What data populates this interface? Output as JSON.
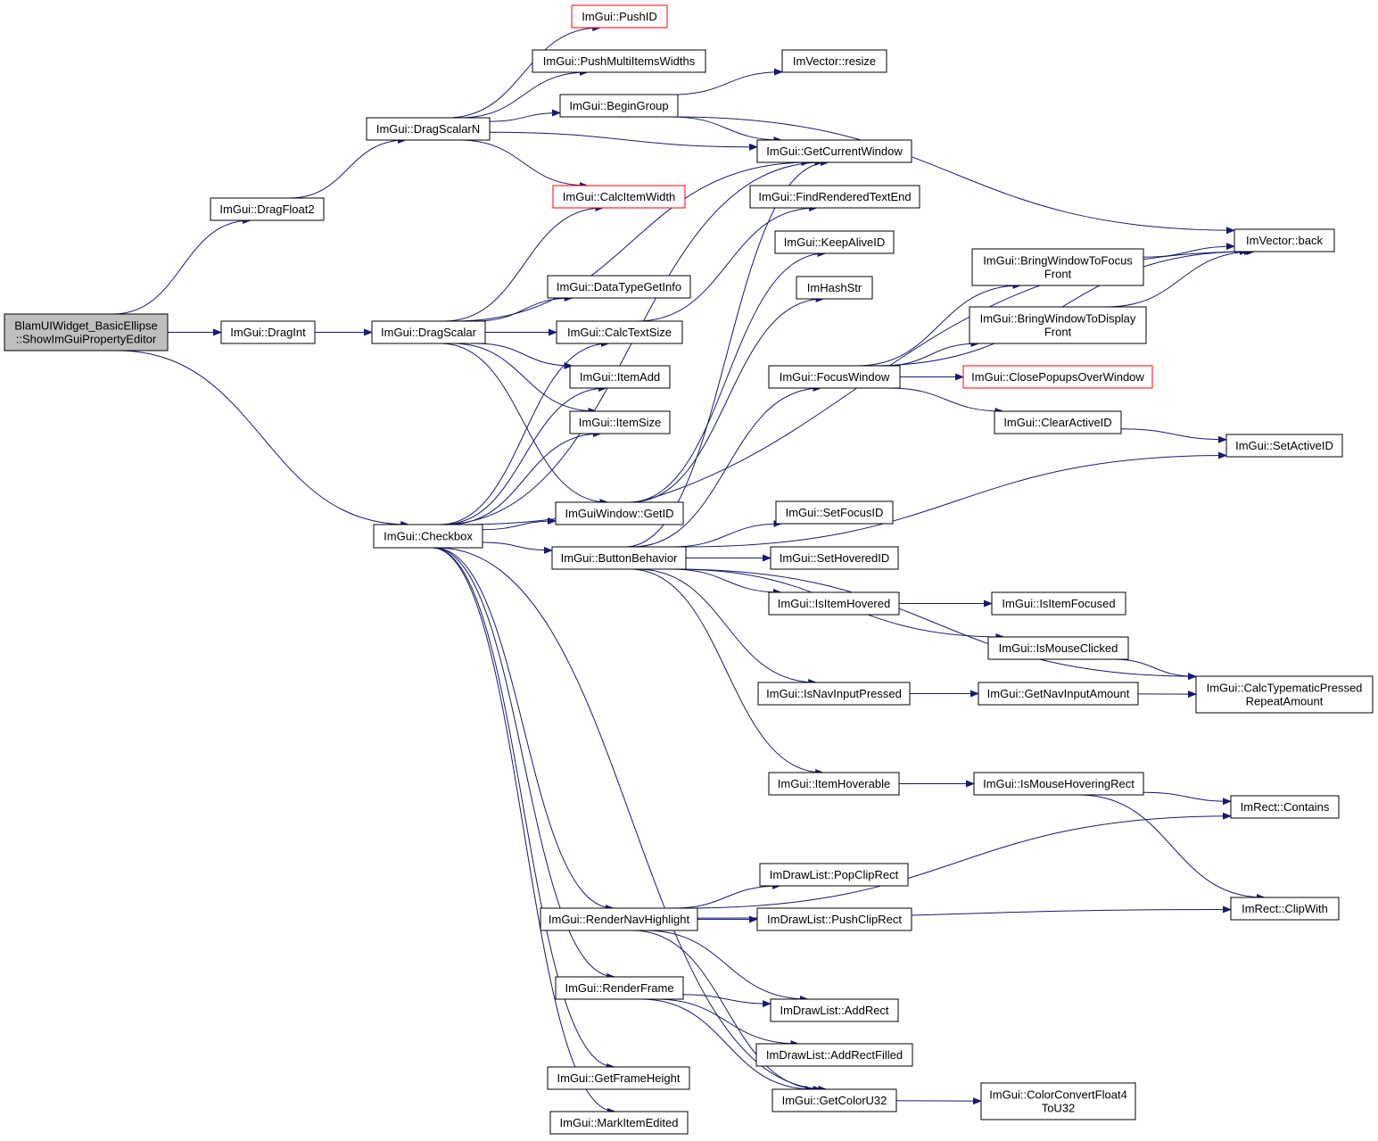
{
  "colors": {
    "edge": "#191970",
    "node_border": "#000000",
    "truncated_border": "#ff0000",
    "root_fill": "#bfbfbf",
    "node_fill": "#ffffff"
  },
  "nodes": [
    {
      "id": "root",
      "lines": [
        "BlamUIWidget_BasicEllipse",
        "::ShowImGuiPropertyEditor"
      ],
      "style": "root"
    },
    {
      "id": "dragfloat2",
      "lines": [
        "ImGui::DragFloat2"
      ]
    },
    {
      "id": "dragint",
      "lines": [
        "ImGui::DragInt"
      ]
    },
    {
      "id": "checkbox",
      "lines": [
        "ImGui::Checkbox"
      ]
    },
    {
      "id": "dragscalarn",
      "lines": [
        "ImGui::DragScalarN"
      ]
    },
    {
      "id": "dragscalar",
      "lines": [
        "ImGui::DragScalar"
      ]
    },
    {
      "id": "pushid",
      "lines": [
        "ImGui::PushID"
      ],
      "style": "trunc"
    },
    {
      "id": "pushmulti",
      "lines": [
        "ImGui::PushMultiItemsWidths"
      ]
    },
    {
      "id": "begingroup",
      "lines": [
        "ImGui::BeginGroup"
      ]
    },
    {
      "id": "calcitemwidth",
      "lines": [
        "ImGui::CalcItemWidth"
      ],
      "style": "trunc"
    },
    {
      "id": "datatype",
      "lines": [
        "ImGui::DataTypeGetInfo"
      ]
    },
    {
      "id": "calctextsize",
      "lines": [
        "ImGui::CalcTextSize"
      ]
    },
    {
      "id": "itemadd",
      "lines": [
        "ImGui::ItemAdd"
      ]
    },
    {
      "id": "itemsize",
      "lines": [
        "ImGui::ItemSize"
      ]
    },
    {
      "id": "getid",
      "lines": [
        "ImGuiWindow::GetID"
      ]
    },
    {
      "id": "buttonbehavior",
      "lines": [
        "ImGui::ButtonBehavior"
      ]
    },
    {
      "id": "rendernav",
      "lines": [
        "ImGui::RenderNavHighlight"
      ]
    },
    {
      "id": "renderframe",
      "lines": [
        "ImGui::RenderFrame"
      ]
    },
    {
      "id": "getframeheight",
      "lines": [
        "ImGui::GetFrameHeight"
      ]
    },
    {
      "id": "markitemedited",
      "lines": [
        "ImGui::MarkItemEdited"
      ]
    },
    {
      "id": "resize",
      "lines": [
        "ImVector::resize"
      ]
    },
    {
      "id": "getcurrentwindow",
      "lines": [
        "ImGui::GetCurrentWindow"
      ]
    },
    {
      "id": "findrendered",
      "lines": [
        "ImGui::FindRenderedTextEnd"
      ]
    },
    {
      "id": "keepalive",
      "lines": [
        "ImGui::KeepAliveID"
      ]
    },
    {
      "id": "imhashstr",
      "lines": [
        "ImHashStr"
      ]
    },
    {
      "id": "focuswindow",
      "lines": [
        "ImGui::FocusWindow"
      ]
    },
    {
      "id": "setfocusid",
      "lines": [
        "ImGui::SetFocusID"
      ]
    },
    {
      "id": "sethoveredid",
      "lines": [
        "ImGui::SetHoveredID"
      ]
    },
    {
      "id": "isitemhovered",
      "lines": [
        "ImGui::IsItemHovered"
      ]
    },
    {
      "id": "isnavinput",
      "lines": [
        "ImGui::IsNavInputPressed"
      ]
    },
    {
      "id": "itemhoverable",
      "lines": [
        "ImGui::ItemHoverable"
      ]
    },
    {
      "id": "popcliprect",
      "lines": [
        "ImDrawList::PopClipRect"
      ]
    },
    {
      "id": "pushcliprect",
      "lines": [
        "ImDrawList::PushClipRect"
      ]
    },
    {
      "id": "addrect",
      "lines": [
        "ImDrawList::AddRect"
      ]
    },
    {
      "id": "addrectfilled",
      "lines": [
        "ImDrawList::AddRectFilled"
      ]
    },
    {
      "id": "getcoloru32",
      "lines": [
        "ImGui::GetColorU32"
      ]
    },
    {
      "id": "bringfocus",
      "lines": [
        "ImGui::BringWindowToFocus",
        "Front"
      ]
    },
    {
      "id": "bringdisplay",
      "lines": [
        "ImGui::BringWindowToDisplay",
        "Front"
      ]
    },
    {
      "id": "closepopups",
      "lines": [
        "ImGui::ClosePopupsOverWindow"
      ],
      "style": "trunc"
    },
    {
      "id": "clearactive",
      "lines": [
        "ImGui::ClearActiveID"
      ]
    },
    {
      "id": "isitemfocused",
      "lines": [
        "ImGui::IsItemFocused"
      ]
    },
    {
      "id": "ismouseclicked",
      "lines": [
        "ImGui::IsMouseClicked"
      ]
    },
    {
      "id": "getnavinput",
      "lines": [
        "ImGui::GetNavInputAmount"
      ]
    },
    {
      "id": "ismousehovering",
      "lines": [
        "ImGui::IsMouseHoveringRect"
      ]
    },
    {
      "id": "colorconvert",
      "lines": [
        "ImGui::ColorConvertFloat4",
        "ToU32"
      ]
    },
    {
      "id": "back",
      "lines": [
        "ImVector::back"
      ]
    },
    {
      "id": "setactiveid",
      "lines": [
        "ImGui::SetActiveID"
      ]
    },
    {
      "id": "calctypematic",
      "lines": [
        "ImGui::CalcTypematicPressed",
        "RepeatAmount"
      ]
    },
    {
      "id": "contains",
      "lines": [
        "ImRect::Contains"
      ]
    },
    {
      "id": "clipwith",
      "lines": [
        "ImRect::ClipWith"
      ]
    }
  ],
  "edges": [
    [
      "root",
      "dragfloat2"
    ],
    [
      "root",
      "dragint"
    ],
    [
      "root",
      "checkbox"
    ],
    [
      "dragfloat2",
      "dragscalarn"
    ],
    [
      "dragint",
      "dragscalar"
    ],
    [
      "dragscalarn",
      "pushid"
    ],
    [
      "dragscalarn",
      "pushmulti"
    ],
    [
      "dragscalarn",
      "begingroup"
    ],
    [
      "dragscalarn",
      "getcurrentwindow"
    ],
    [
      "dragscalarn",
      "calcitemwidth"
    ],
    [
      "begingroup",
      "resize"
    ],
    [
      "begingroup",
      "getcurrentwindow"
    ],
    [
      "begingroup",
      "back"
    ],
    [
      "dragscalar",
      "calcitemwidth"
    ],
    [
      "dragscalar",
      "getcurrentwindow"
    ],
    [
      "dragscalar",
      "datatype"
    ],
    [
      "dragscalar",
      "calctextsize"
    ],
    [
      "dragscalar",
      "itemadd"
    ],
    [
      "dragscalar",
      "itemsize"
    ],
    [
      "dragscalar",
      "getid"
    ],
    [
      "checkbox",
      "getcurrentwindow"
    ],
    [
      "checkbox",
      "calctextsize"
    ],
    [
      "checkbox",
      "itemadd"
    ],
    [
      "checkbox",
      "itemsize"
    ],
    [
      "checkbox",
      "getid"
    ],
    [
      "checkbox",
      "buttonbehavior"
    ],
    [
      "checkbox",
      "rendernav"
    ],
    [
      "checkbox",
      "renderframe"
    ],
    [
      "checkbox",
      "getcoloru32"
    ],
    [
      "checkbox",
      "getframeheight"
    ],
    [
      "checkbox",
      "markitemedited"
    ],
    [
      "checkbox",
      "back"
    ],
    [
      "calctextsize",
      "findrendered"
    ],
    [
      "getid",
      "imhashstr"
    ],
    [
      "getid",
      "keepalive"
    ],
    [
      "buttonbehavior",
      "getcurrentwindow"
    ],
    [
      "buttonbehavior",
      "focuswindow"
    ],
    [
      "buttonbehavior",
      "setactiveid"
    ],
    [
      "buttonbehavior",
      "setfocusid"
    ],
    [
      "buttonbehavior",
      "sethoveredid"
    ],
    [
      "buttonbehavior",
      "isitemhovered"
    ],
    [
      "buttonbehavior",
      "ismouseclicked"
    ],
    [
      "buttonbehavior",
      "isnavinput"
    ],
    [
      "buttonbehavior",
      "calctypematic"
    ],
    [
      "buttonbehavior",
      "itemhoverable"
    ],
    [
      "focuswindow",
      "bringfocus"
    ],
    [
      "focuswindow",
      "bringdisplay"
    ],
    [
      "focuswindow",
      "closepopups"
    ],
    [
      "focuswindow",
      "clearactive"
    ],
    [
      "focuswindow",
      "back"
    ],
    [
      "bringfocus",
      "back"
    ],
    [
      "bringdisplay",
      "back"
    ],
    [
      "clearactive",
      "setactiveid"
    ],
    [
      "isitemhovered",
      "isitemfocused"
    ],
    [
      "ismouseclicked",
      "calctypematic"
    ],
    [
      "isnavinput",
      "getnavinput"
    ],
    [
      "getnavinput",
      "calctypematic"
    ],
    [
      "itemhoverable",
      "ismousehovering"
    ],
    [
      "ismousehovering",
      "contains"
    ],
    [
      "ismousehovering",
      "clipwith"
    ],
    [
      "rendernav",
      "popcliprect"
    ],
    [
      "rendernav",
      "pushcliprect"
    ],
    [
      "rendernav",
      "addrect"
    ],
    [
      "rendernav",
      "getcoloru32"
    ],
    [
      "rendernav",
      "contains"
    ],
    [
      "rendernav",
      "clipwith"
    ],
    [
      "renderframe",
      "addrect"
    ],
    [
      "renderframe",
      "addrectfilled"
    ],
    [
      "renderframe",
      "getcoloru32"
    ],
    [
      "getcoloru32",
      "colorconvert"
    ]
  ]
}
